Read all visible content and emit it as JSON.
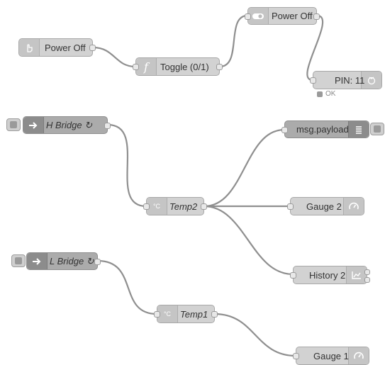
{
  "flows": {
    "group1": {
      "inject_label": "Power Off",
      "function_label": "Toggle (0/1)",
      "switch_label": "Power Off",
      "pin_label": "PIN: 11",
      "pin_status": "OK"
    },
    "group2": {
      "bridge_label": "H Bridge ↻",
      "temp_label": "Temp2",
      "debug_label": "msg.payload",
      "gauge_label": "Gauge 2",
      "history_label": "History 2"
    },
    "group3": {
      "bridge_label": "L Bridge ↻",
      "temp_label": "Temp1",
      "gauge_label": "Gauge 1"
    }
  },
  "icons": {
    "inject": "hand-pointer-icon",
    "function": "function-icon",
    "switch": "toggle-switch-icon",
    "pin": "raspberry-pi-icon",
    "bridge": "arrow-right-icon",
    "temp": "celsius-icon",
    "debug": "list-icon",
    "gauge": "gauge-icon",
    "chart": "line-chart-icon"
  },
  "colors": {
    "wire": "#8f8f8f",
    "node": "#d2d2d2",
    "node_dark": "#ababab"
  }
}
